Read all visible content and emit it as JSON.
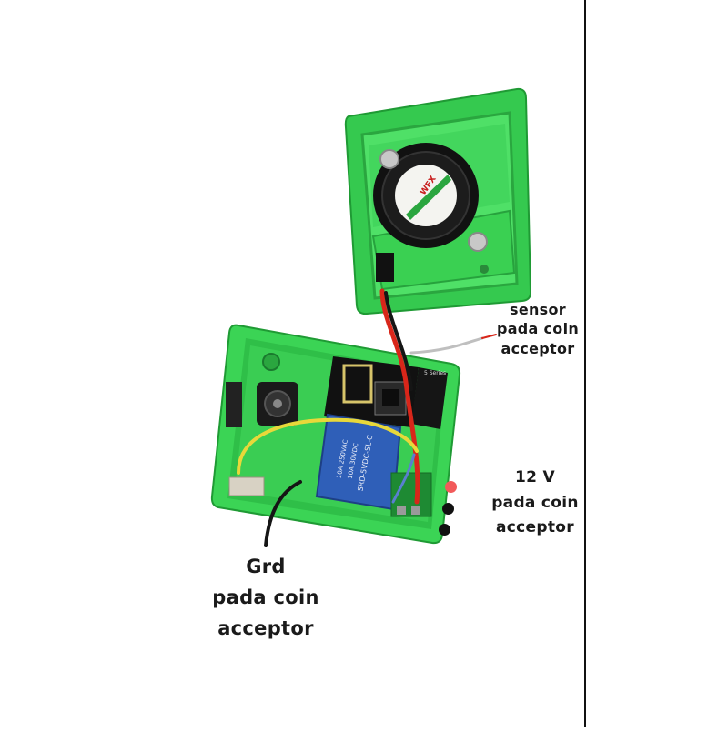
{
  "labels": {
    "sensor": [
      "sensor",
      "pada coin",
      "acceptor"
    ],
    "power_12v": [
      "12 V",
      "pada coin",
      "acceptor"
    ],
    "ground": [
      "Grd",
      "pada coin",
      "acceptor"
    ]
  },
  "markings": {
    "fan_brand": "WFX",
    "relay_text": [
      "10A 250VAC",
      "10A 30VDC",
      "SRD-5VDC-SL-C"
    ],
    "header_text": "5 Series"
  },
  "colors": {
    "housing_green": "#3fd85a",
    "housing_shadow": "#1f9a34",
    "relay_blue": "#2f5fb8",
    "dot_red": "#f25a5a",
    "dot_black": "#111111",
    "wire_red": "#d8261a",
    "wire_black": "#151515",
    "wire_yellow": "#e8d83a"
  }
}
